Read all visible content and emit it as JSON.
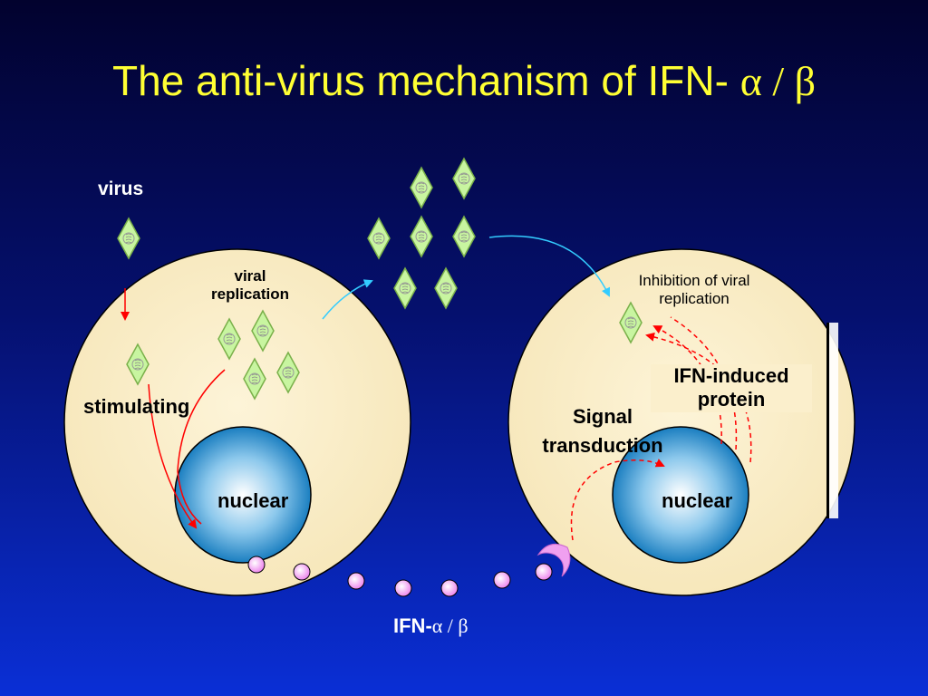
{
  "slide": {
    "title_prefix": "The anti-virus mechanism of IFN- ",
    "title_greek": "α / β"
  },
  "labels": {
    "virus": "virus",
    "viral_replication_1": "viral",
    "viral_replication_2": "replication",
    "stimulating": "stimulating",
    "nuclear_left": "nuclear",
    "nuclear_right": "nuclear",
    "inhibition_1": "Inhibition of viral",
    "inhibition_2": "replication",
    "ifn_induced_1": "IFN-induced",
    "ifn_induced_2": "protein",
    "signal_1": "Signal",
    "signal_2": "transduction",
    "ifn_bottom_prefix": "IFN-",
    "ifn_bottom_greek": "α / β"
  },
  "colors": {
    "title": "#ffff33",
    "cell_fill": "#fbefcc",
    "nucleus": "#2a8ec8",
    "virus_fill": "#c8f5a0",
    "ifn_ball": "#ee99ee",
    "receptor": "#f0a0f0",
    "red_arrow": "#ff0000",
    "cyan_arrow": "#33ccff"
  }
}
